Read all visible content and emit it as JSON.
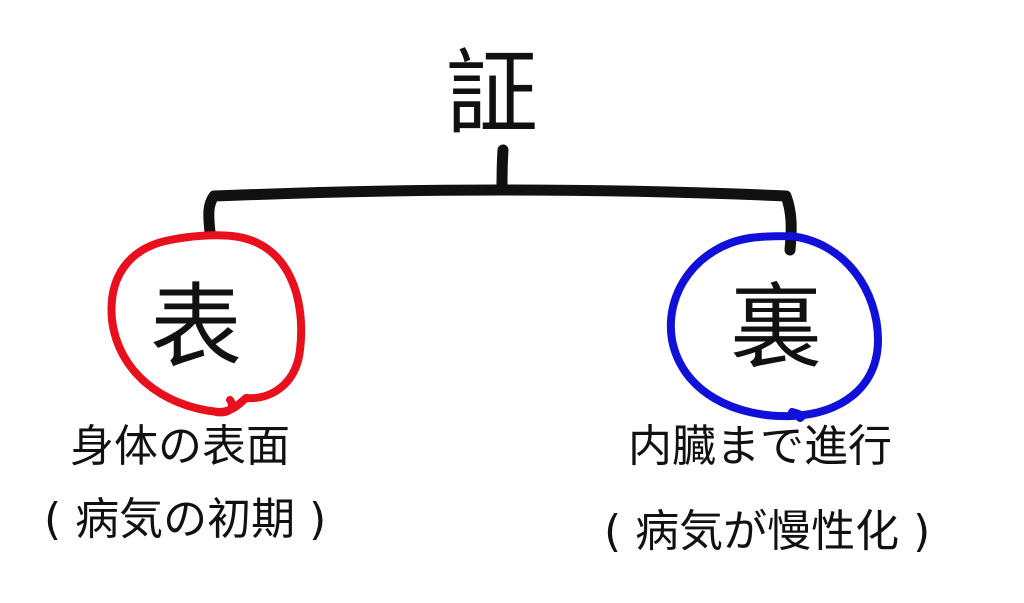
{
  "root": {
    "label": "証"
  },
  "left": {
    "label": "表",
    "description": "身体の表面",
    "note": "( 病気の初期 )",
    "circle_color": "#e8101c"
  },
  "right": {
    "label": "裏",
    "description": "内臓まで進行",
    "note": "( 病気が慢性化 )",
    "circle_color": "#1010d8"
  },
  "connector_color": "#111111"
}
